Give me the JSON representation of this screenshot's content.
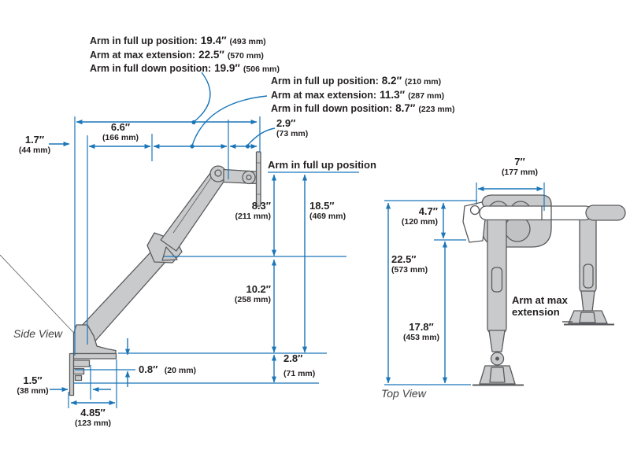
{
  "colors": {
    "dimension_blue": "#1a76b9",
    "text_dark": "#231f20",
    "arm_fill": "#c9cacb",
    "arm_stroke": "#5a5b5e",
    "background": "#ffffff"
  },
  "side_view": {
    "title": "Side View",
    "position_label": "Arm in full up position",
    "callout_overall": [
      {
        "label": "Arm in full up position:",
        "value": "19.4″",
        "mm": "(493 mm)"
      },
      {
        "label": "Arm at max extension:",
        "value": "22.5″",
        "mm": "(570 mm)"
      },
      {
        "label": "Arm in full down position:",
        "value": "19.9″",
        "mm": "(506 mm)"
      }
    ],
    "callout_extension": [
      {
        "label": "Arm in full up position:",
        "value": "8.2″",
        "mm": "(210 mm)"
      },
      {
        "label": "Arm at max extension:",
        "value": "11.3″",
        "mm": "(287 mm)"
      },
      {
        "label": "Arm in full down position:",
        "value": "8.7″",
        "mm": "(223 mm)"
      }
    ],
    "dims": {
      "d17": {
        "value": "1.7″",
        "mm": "(44 mm)"
      },
      "d66": {
        "value": "6.6″",
        "mm": "(166 mm)"
      },
      "d29": {
        "value": "2.9″",
        "mm": "(73 mm)"
      },
      "d83": {
        "value": "8.3″",
        "mm": "(211 mm)"
      },
      "d185": {
        "value": "18.5″",
        "mm": "(469 mm)"
      },
      "d102": {
        "value": "10.2″",
        "mm": "(258 mm)"
      },
      "d08": {
        "value": "0.8″",
        "mm": "(20 mm)"
      },
      "d28": {
        "value": "2.8″",
        "mm": "(71 mm)"
      },
      "d15": {
        "value": "1.5″",
        "mm": "(38 mm)"
      },
      "d485": {
        "value": "4.85″",
        "mm": "(123 mm)"
      }
    }
  },
  "top_view": {
    "title": "Top View",
    "position_label": "Arm at max extension",
    "dims": {
      "d7": {
        "value": "7″",
        "mm": "(177 mm)"
      },
      "d47": {
        "value": "4.7″",
        "mm": "(120 mm)"
      },
      "d225": {
        "value": "22.5″",
        "mm": "(573 mm)"
      },
      "d178": {
        "value": "17.8″",
        "mm": "(453 mm)"
      }
    }
  }
}
